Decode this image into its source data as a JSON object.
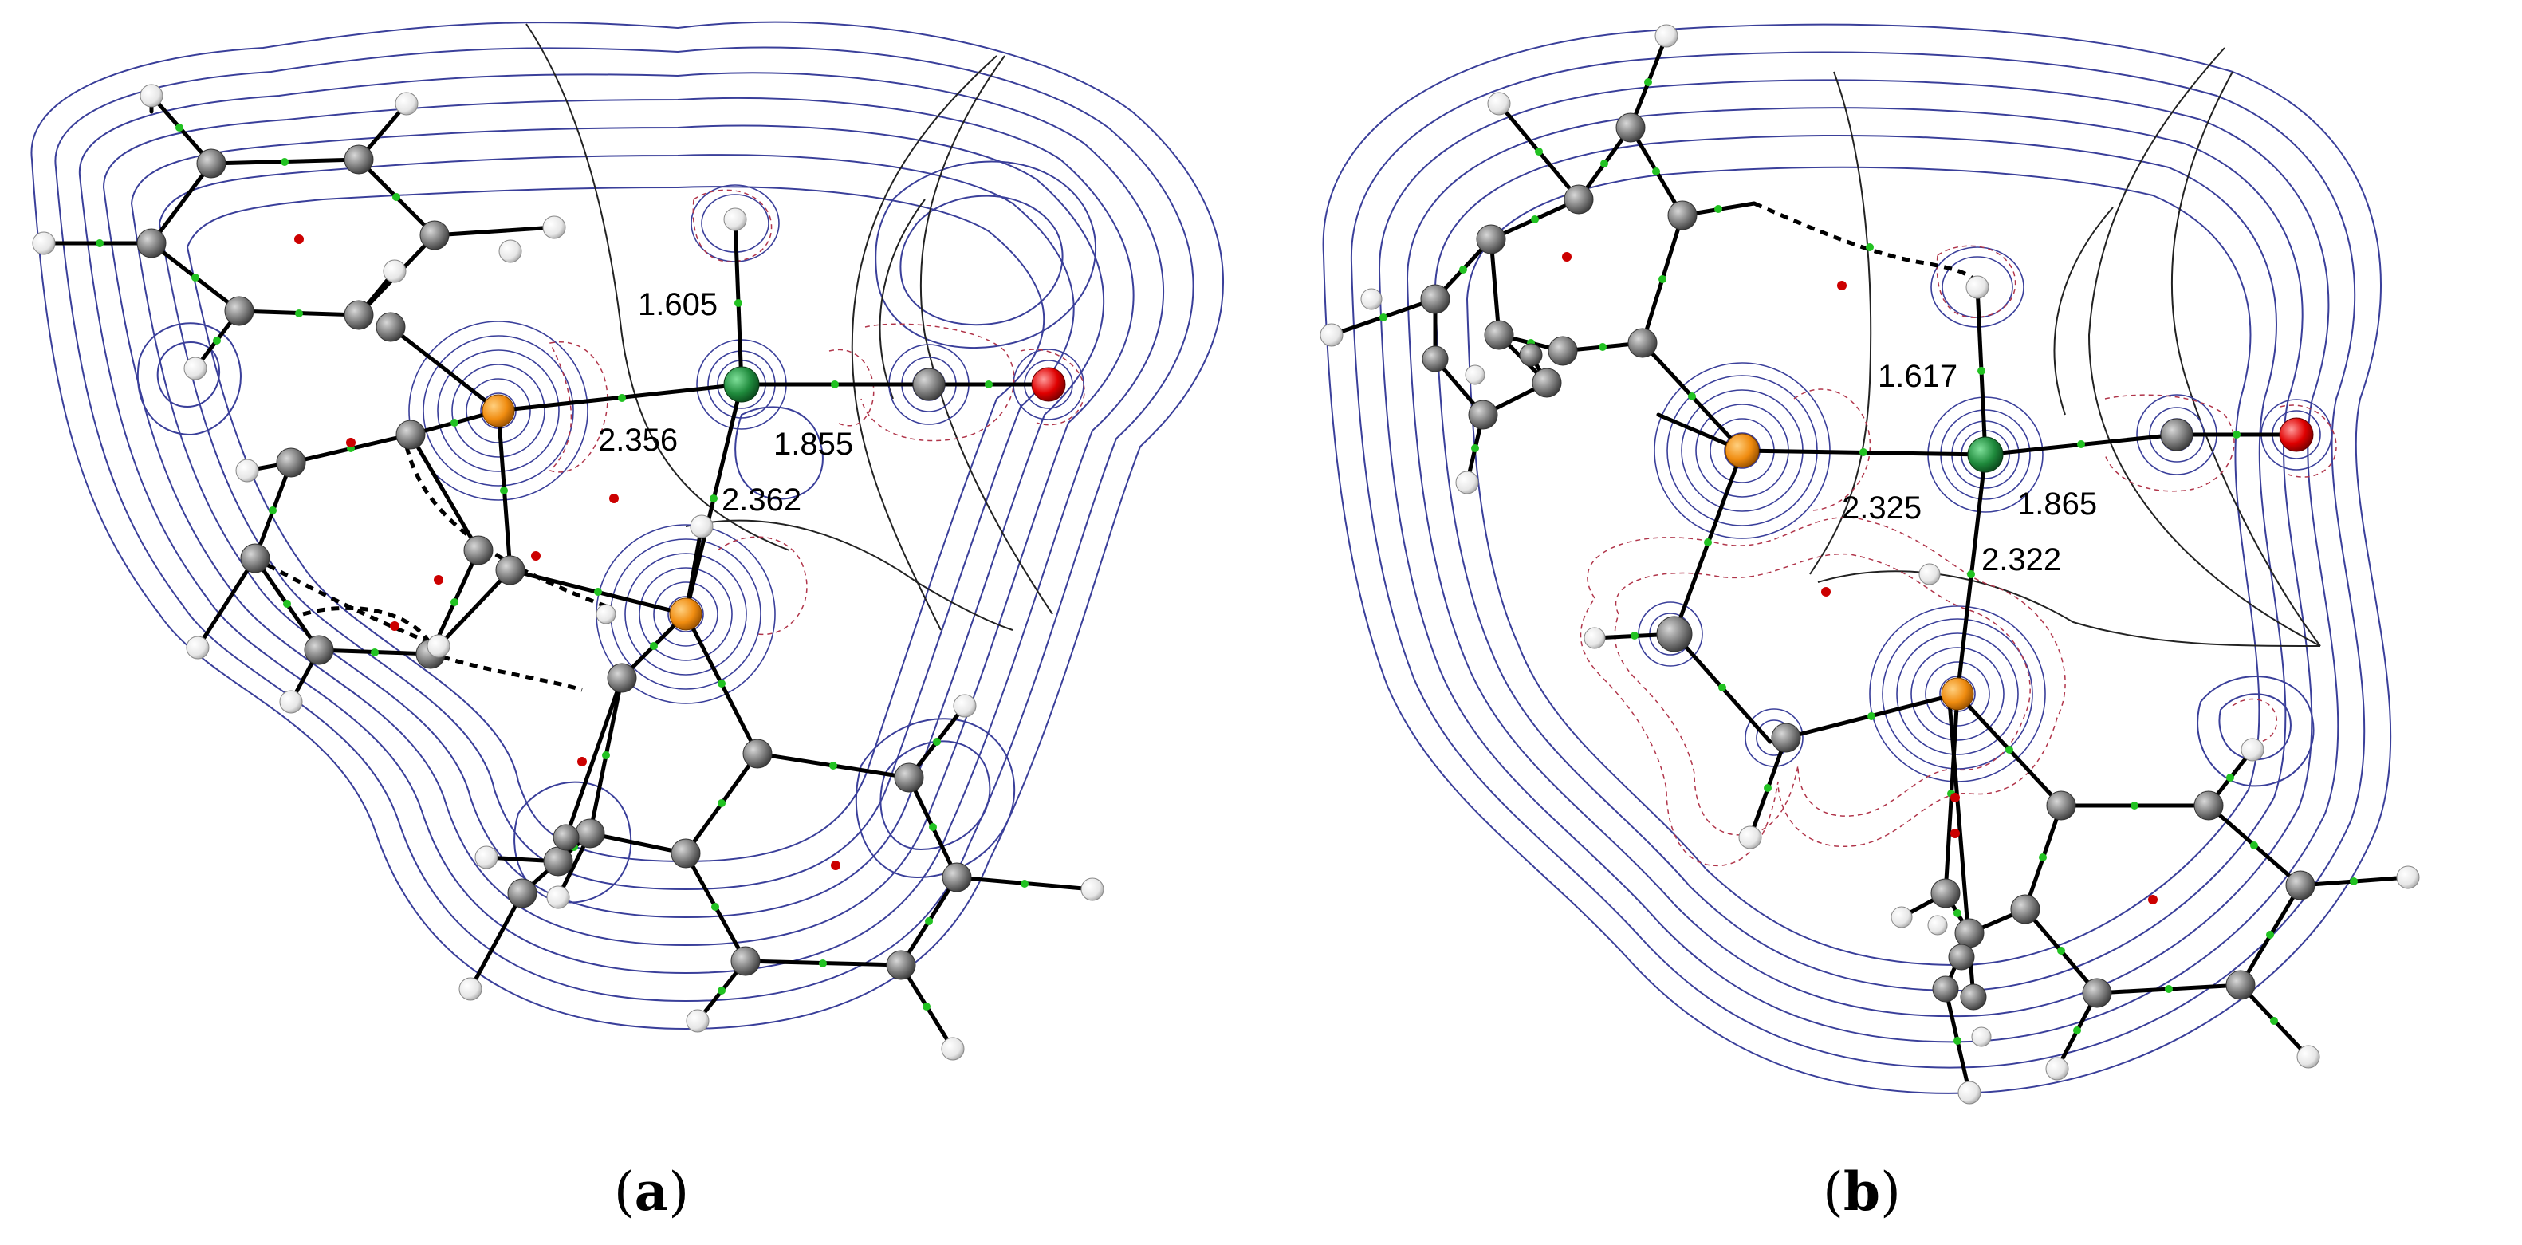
{
  "panels": [
    {
      "id": "a",
      "caption": "a",
      "distances": [
        "1.605",
        "2.356",
        "1.855",
        "2.362"
      ]
    },
    {
      "id": "b",
      "caption": "b",
      "distances": [
        "1.617",
        "2.325",
        "1.865",
        "2.322"
      ]
    }
  ],
  "colors": {
    "contour_positive": "#3a3f9a",
    "contour_negative": "#b0354a",
    "bond": "#000000",
    "bond_critical_point": "#22c222",
    "ring_critical_point": "#cc0000",
    "carbon": "#7a7a7a",
    "hydrogen": "#eeeeee",
    "phosphorus": "#f08c10",
    "metal": "#1f8a3c",
    "oxygen": "#e00000"
  }
}
